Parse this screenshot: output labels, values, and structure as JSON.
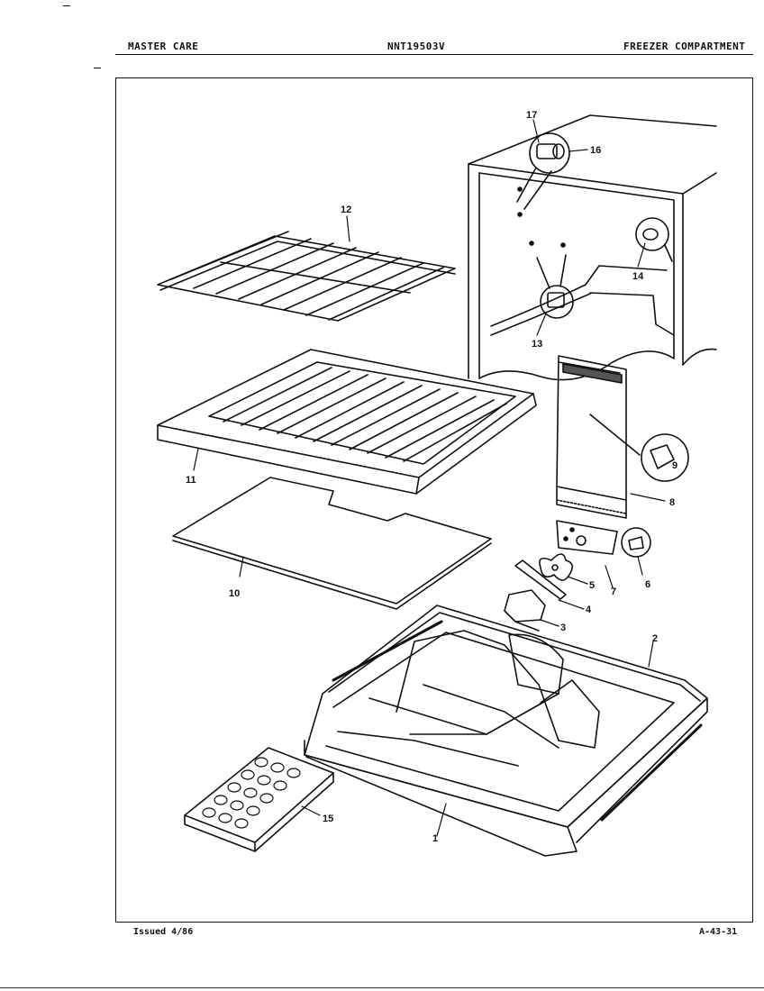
{
  "header": {
    "brand": "MASTER CARE",
    "model": "NNT19503V",
    "section": "FREEZER COMPARTMENT"
  },
  "footer": {
    "issued": "Issued 4/86",
    "page_code": "A-43-31"
  },
  "callouts": {
    "c1": "1",
    "c2": "2",
    "c3": "3",
    "c4": "4",
    "c5": "5",
    "c6": "6",
    "c7": "7",
    "c8": "8",
    "c9": "9",
    "c10": "10",
    "c11": "11",
    "c12": "12",
    "c13": "13",
    "c14": "14",
    "c15": "15",
    "c16": "16",
    "c17": "17"
  }
}
